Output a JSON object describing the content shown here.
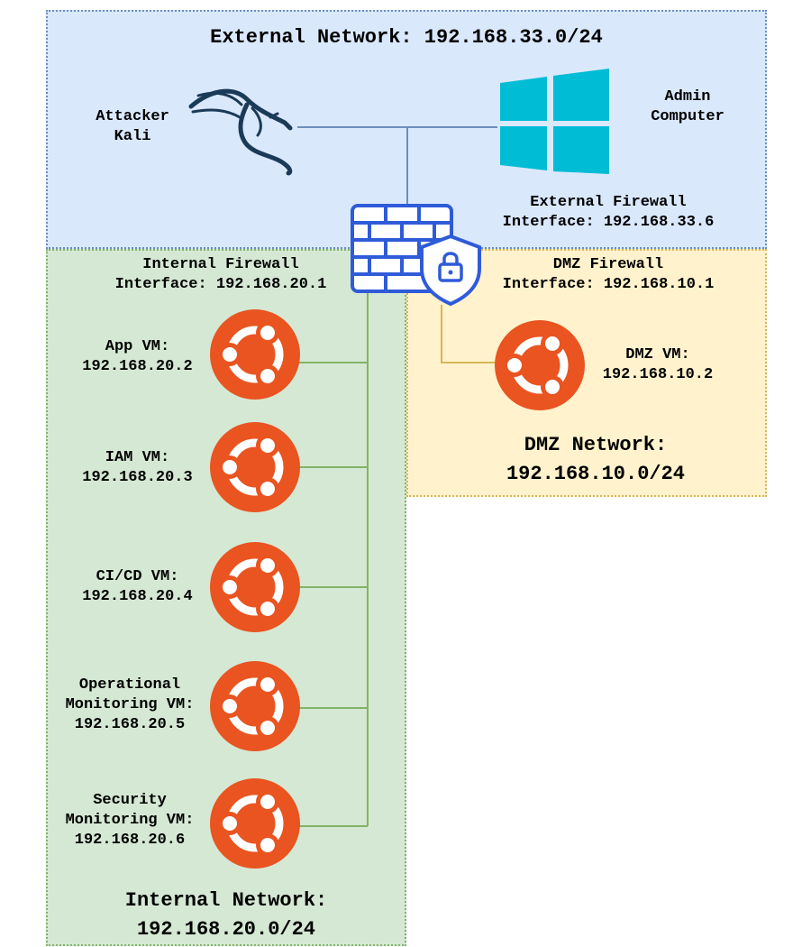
{
  "networks": {
    "external": {
      "title": "External Network: 192.168.33.0/24"
    },
    "dmz": {
      "title_line1": "DMZ Network:",
      "title_line2": "192.168.10.0/24"
    },
    "internal": {
      "title_line1": "Internal Network:",
      "title_line2": "192.168.20.0/24"
    }
  },
  "hosts": {
    "attacker": {
      "line1": "Attacker",
      "line2": "Kali"
    },
    "admin": {
      "line1": "Admin",
      "line2": "Computer"
    },
    "dmz_vm": {
      "line1": "DMZ VM:",
      "line2": "192.168.10.2"
    },
    "internal_vms": [
      {
        "line1": "App VM:",
        "line2": "192.168.20.2"
      },
      {
        "line1": "IAM VM:",
        "line2": "192.168.20.3"
      },
      {
        "line1": "CI/CD VM:",
        "line2": "192.168.20.4"
      },
      {
        "line1": "Operational",
        "line2": "Monitoring VM:",
        "line3": "192.168.20.5"
      },
      {
        "line1": "Security",
        "line2": "Monitoring VM:",
        "line3": "192.168.20.6"
      }
    ]
  },
  "firewall": {
    "external": {
      "line1": "External Firewall",
      "line2": "Interface: 192.168.33.6"
    },
    "internal": {
      "line1": "Internal Firewall",
      "line2": "Interface: 192.168.20.1"
    },
    "dmz": {
      "line1": "DMZ Firewall",
      "line2": "Interface: 192.168.10.1"
    }
  },
  "colors": {
    "external_zone": "#dae8fc",
    "dmz_zone": "#fff2cc",
    "internal_zone": "#d5e8d4",
    "external_link": "#6c8ebf",
    "dmz_link": "#d6b656",
    "internal_link": "#82b366",
    "ubuntu": "#e95420",
    "windows": "#00bcd4",
    "firewall": "#2f5bd9"
  }
}
